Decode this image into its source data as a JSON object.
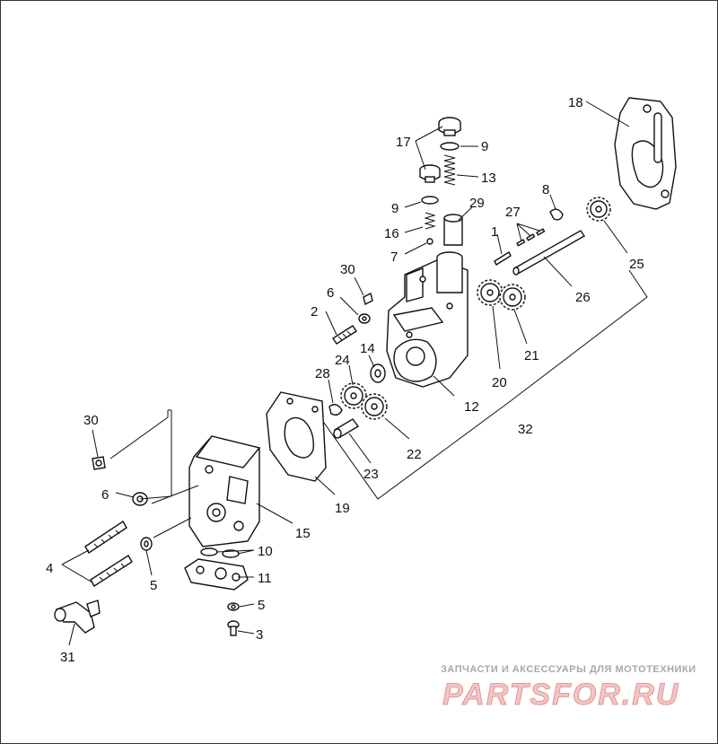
{
  "labels": {
    "l1": "1",
    "l2": "2",
    "l3": "3",
    "l4": "4",
    "l5a": "5",
    "l5b": "5",
    "l6a": "6",
    "l6b": "6",
    "l7": "7",
    "l8": "8",
    "l9a": "9",
    "l9b": "9",
    "l10": "10",
    "l11": "11",
    "l12": "12",
    "l13": "13",
    "l14": "14",
    "l15": "15",
    "l16": "16",
    "l17": "17",
    "l18": "18",
    "l19": "19",
    "l20": "20",
    "l21": "21",
    "l22": "22",
    "l23": "23",
    "l24": "24",
    "l25": "25",
    "l26": "26",
    "l27": "27",
    "l28": "28",
    "l29": "29",
    "l30a": "30",
    "l30b": "30",
    "l31": "31",
    "l32": "32"
  },
  "watermark": {
    "tagline": "ЗАПЧАСТИ И АКСЕССУАРЫ ДЛЯ МОТОТЕХНИКИ",
    "logo": "PARTSFOR.RU"
  },
  "colors": {
    "line": "#111111",
    "watermark_logo": "#f2c4c4",
    "watermark_text": "#a8a8a8"
  }
}
